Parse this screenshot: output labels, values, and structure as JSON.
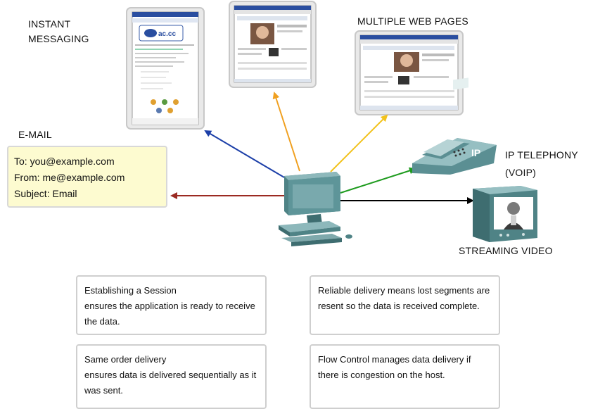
{
  "labels": {
    "instant_messaging": "INSTANT\nMESSAGING",
    "multiple_web_pages": "MULTIPLE WEB PAGES",
    "email": "E-MAIL",
    "ip_telephony": "IP TELEPHONY\n(VOIP)",
    "streaming_video": "STREAMING VIDEO",
    "phone_badge": "IP"
  },
  "email_box": {
    "to": "To: you@example.com",
    "from": "From: me@example.com",
    "subject": "Subject: Email"
  },
  "info_boxes": [
    {
      "head": "Establishing a Session",
      "rest": "ensures the application is ready to receive the data."
    },
    {
      "head": "Reliable delivery",
      "rest": " means lost segments are resent so the data is received complete."
    },
    {
      "head": "Same order delivery",
      "rest": "ensures data is delivered sequentially as it was sent."
    },
    {
      "head": "Flow Control",
      "rest": " manages data delivery if there is congestion on the host."
    }
  ],
  "colors": {
    "email_arrow": "#9b2a22",
    "im_arrow": "#1c3fa8",
    "web_arrow_1": "#f0a020",
    "web_arrow_2": "#f2c21c",
    "voip_arrow": "#1e9b1e",
    "video_arrow": "#000000",
    "device": "#5b8f93"
  },
  "icons": [
    "computer-icon",
    "ip-phone-icon",
    "video-monitor-icon",
    "pda-screenshot",
    "web-page-screenshot"
  ]
}
